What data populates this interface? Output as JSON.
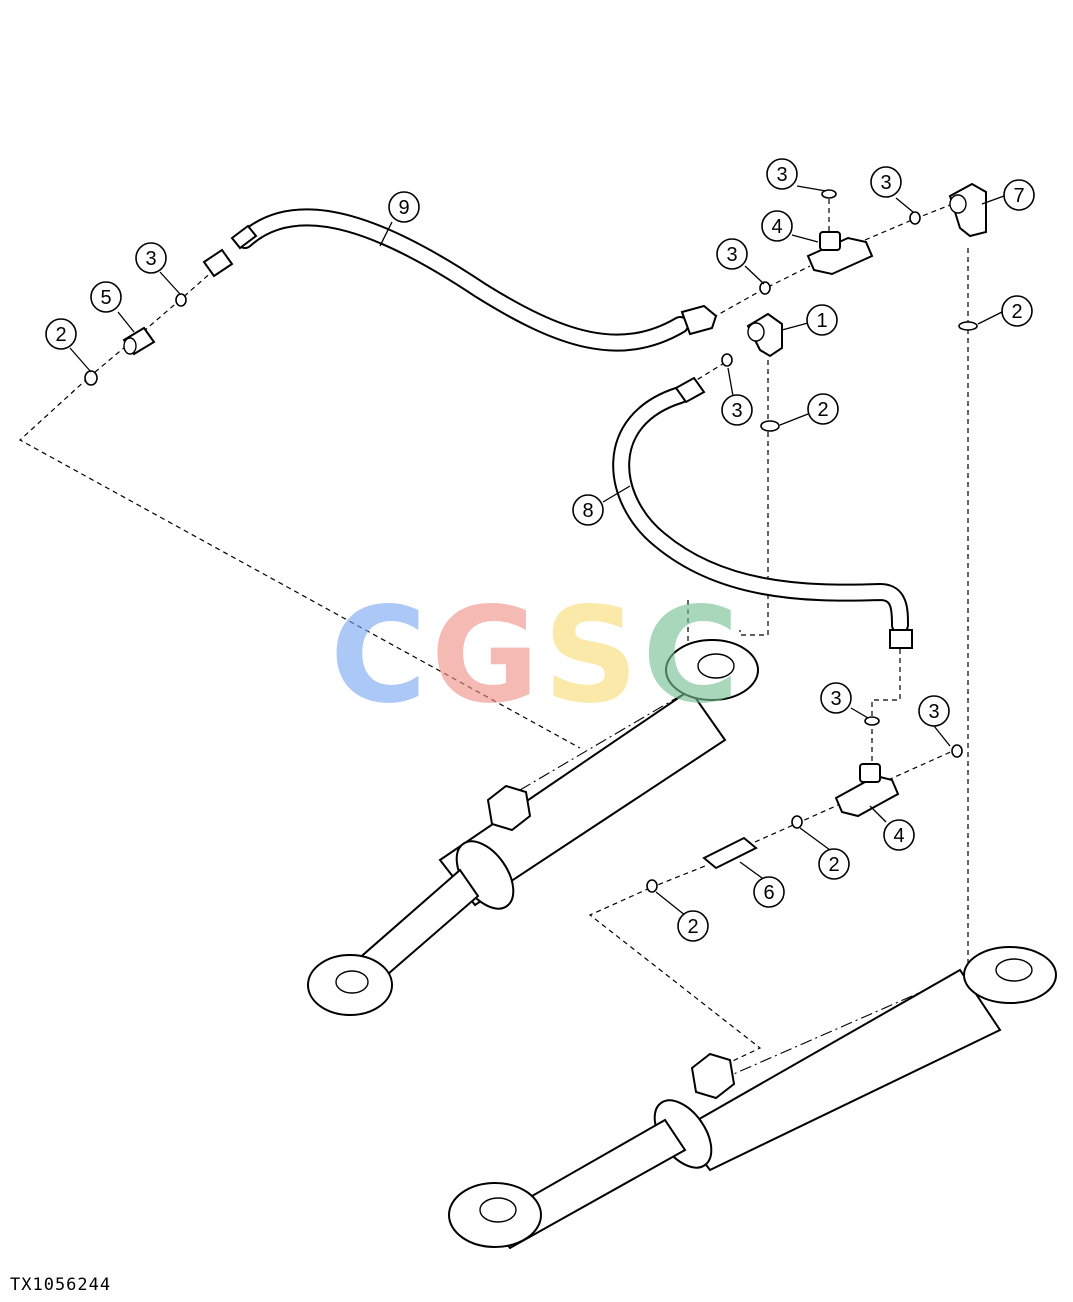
{
  "figure_id": "TX1056244",
  "watermark": {
    "letters": [
      "C",
      "G",
      "S",
      "C"
    ],
    "colors": [
      "#7aa7f2",
      "#f19189",
      "#f8dc74",
      "#75c092"
    ]
  },
  "callouts": [
    "1",
    "2",
    "3",
    "4",
    "5",
    "6",
    "7",
    "8",
    "9"
  ]
}
